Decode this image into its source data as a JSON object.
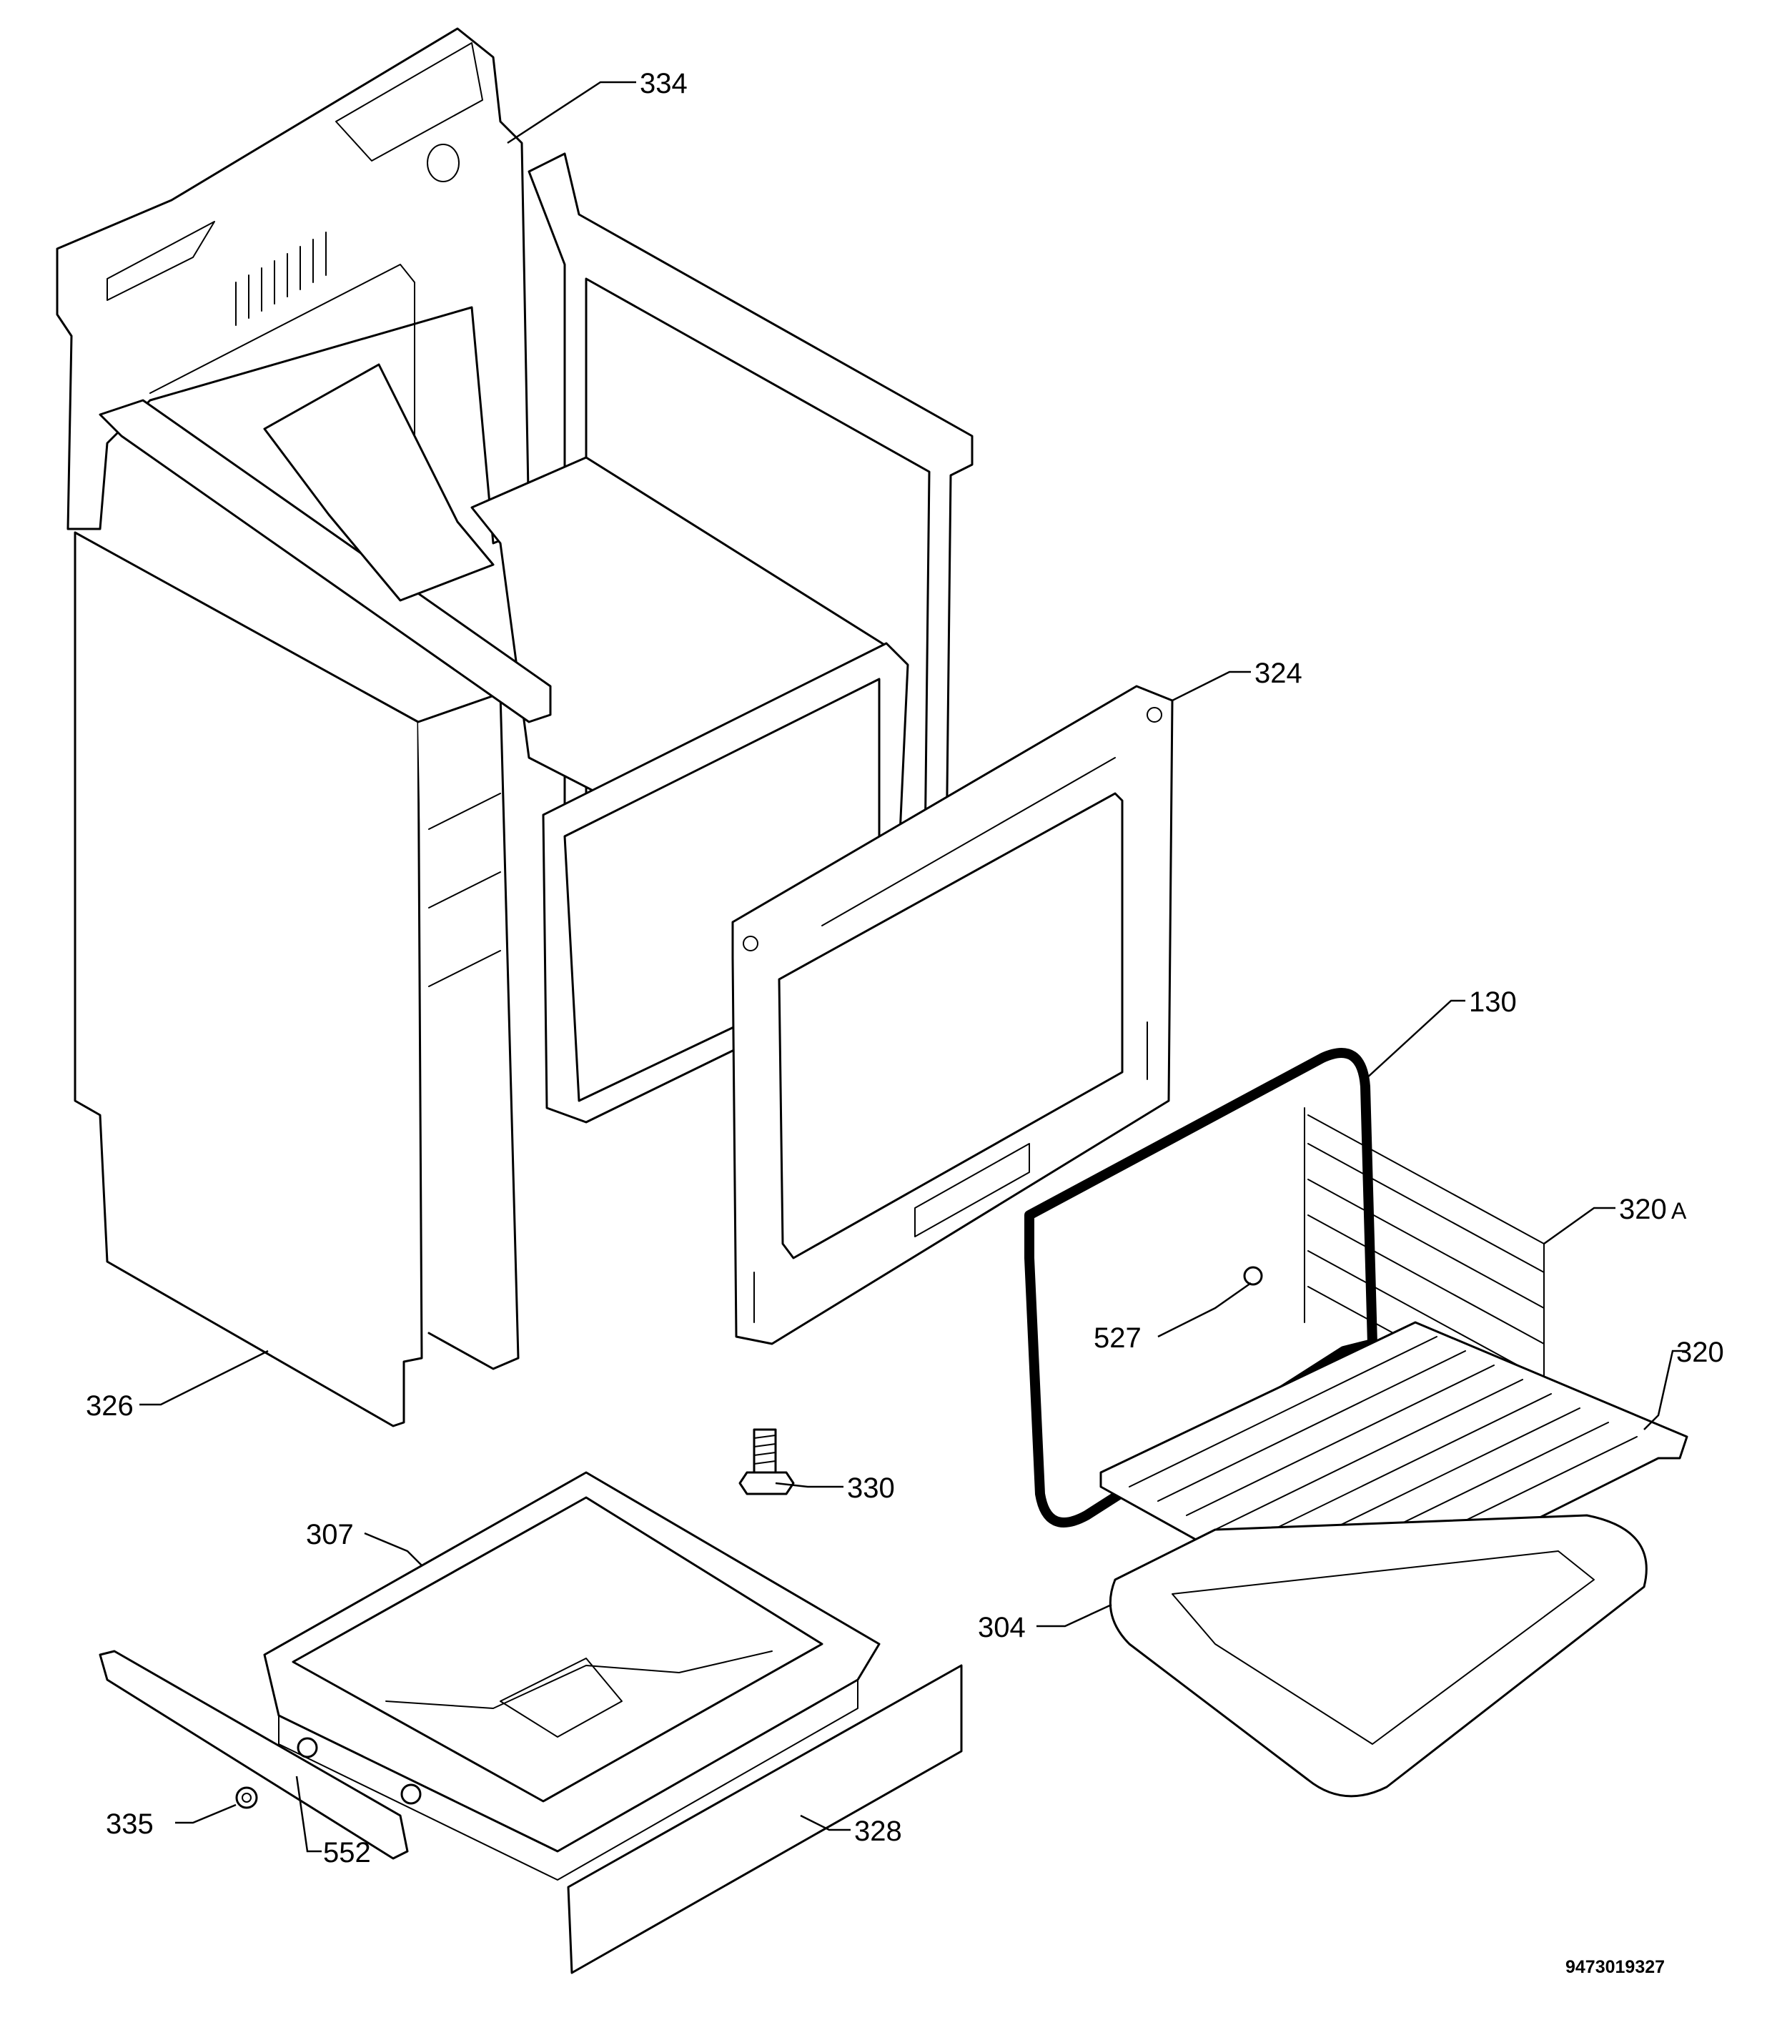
{
  "labels": {
    "l334": "334",
    "l324": "324",
    "l130": "130",
    "l320a": "320",
    "l320a_suffix": "A",
    "l527": "527",
    "l320": "320",
    "l326": "326",
    "l330": "330",
    "l307": "307",
    "l304": "304",
    "l335": "335",
    "l552": "552",
    "l328": "328"
  },
  "drawing_code": "9473019327"
}
